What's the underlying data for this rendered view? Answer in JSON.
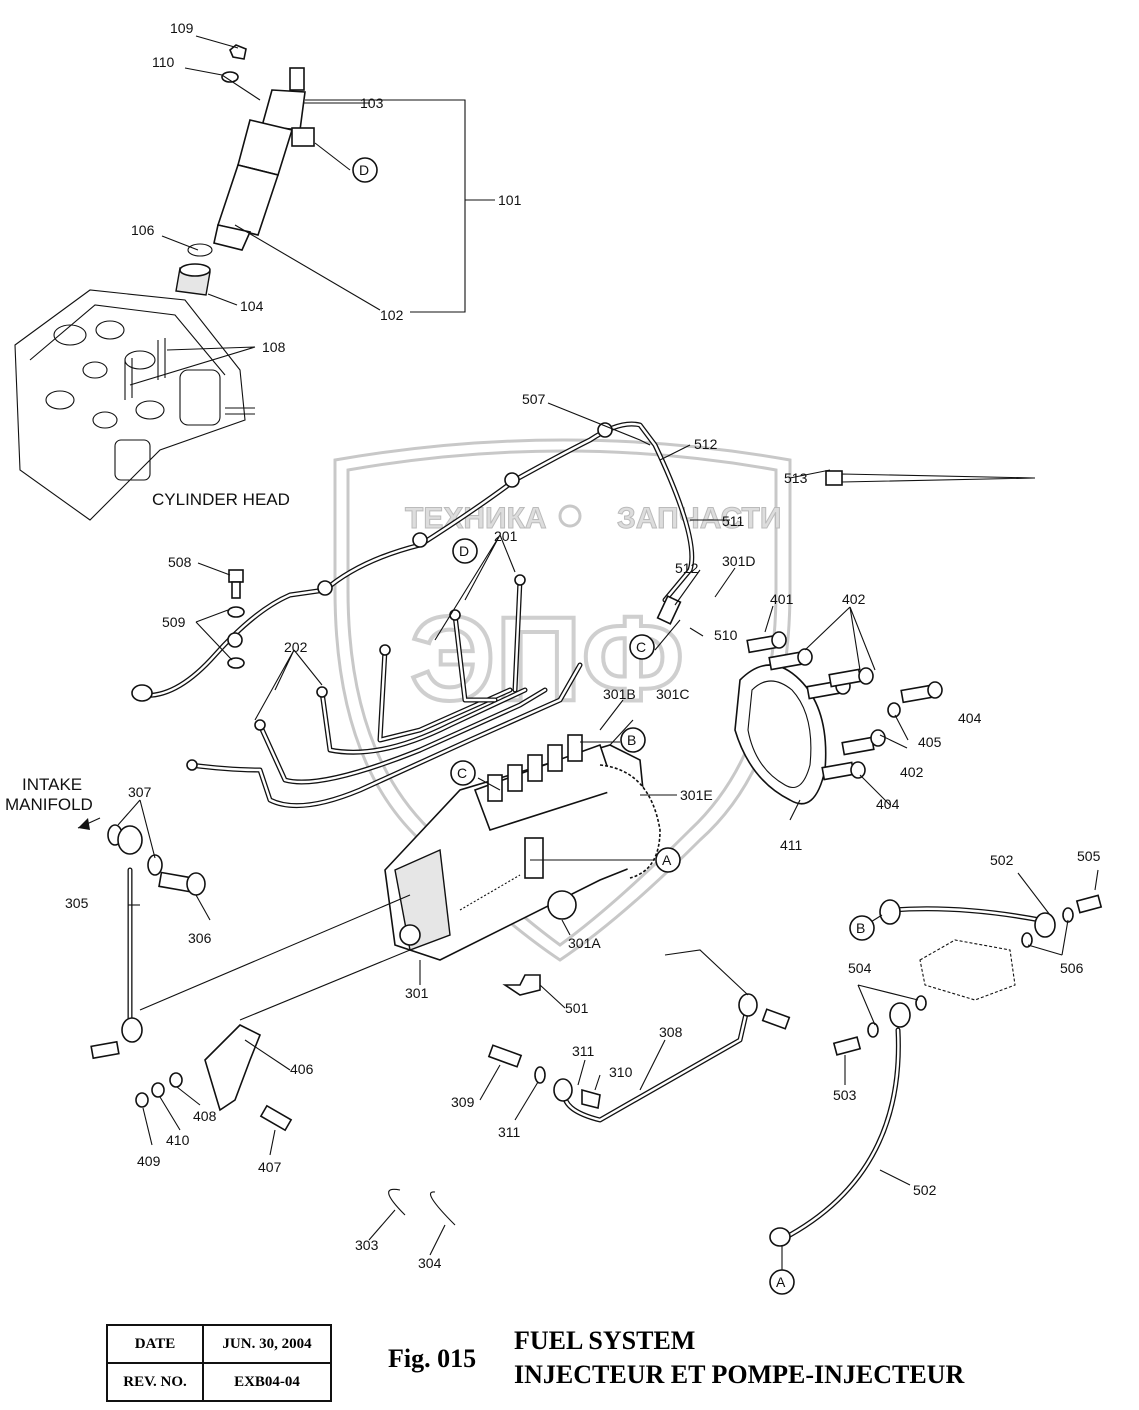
{
  "watermark": {
    "left": "ТЕХНИКА",
    "right": "ЗАПЧАСТИ",
    "logo": "ЭПФ"
  },
  "region_labels": {
    "cylinder_head": "CYLINDER HEAD",
    "intake_line1": "INTAKE",
    "intake_line2": "MANIFOLD"
  },
  "callouts": [
    "A",
    "B",
    "C",
    "D"
  ],
  "part_numbers": [
    "109",
    "110",
    "103",
    "101",
    "102",
    "106",
    "104",
    "108",
    "507",
    "512",
    "513",
    "511",
    "508",
    "509",
    "201",
    "202",
    "301D",
    "401",
    "402",
    "510",
    "301B",
    "301C",
    "404",
    "405",
    "411",
    "301E",
    "307",
    "305",
    "306",
    "301",
    "301A",
    "501",
    "502",
    "505",
    "504",
    "506",
    "503",
    "406",
    "408",
    "410",
    "409",
    "407",
    "309",
    "311",
    "310",
    "308",
    "303",
    "304"
  ],
  "title_block": {
    "date_label": "DATE",
    "date_value": "JUN. 30, 2004",
    "rev_label": "REV. NO.",
    "rev_value": "EXB04-04"
  },
  "figure": {
    "number": "Fig. 015",
    "title_en": "FUEL SYSTEM",
    "title_fr": "INJECTEUR ET POMPE-INJECTEUR"
  }
}
